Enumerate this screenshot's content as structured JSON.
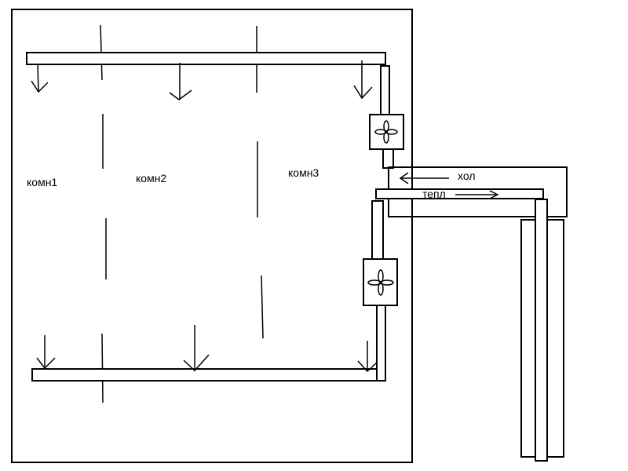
{
  "rooms": [
    {
      "label": "комн1"
    },
    {
      "label": "комн2"
    },
    {
      "label": "комн3"
    }
  ],
  "flows": {
    "cold_label": "хол",
    "warm_label": "тепл"
  },
  "icons": {
    "fan_top": "fan-icon",
    "fan_bottom": "fan-icon"
  }
}
